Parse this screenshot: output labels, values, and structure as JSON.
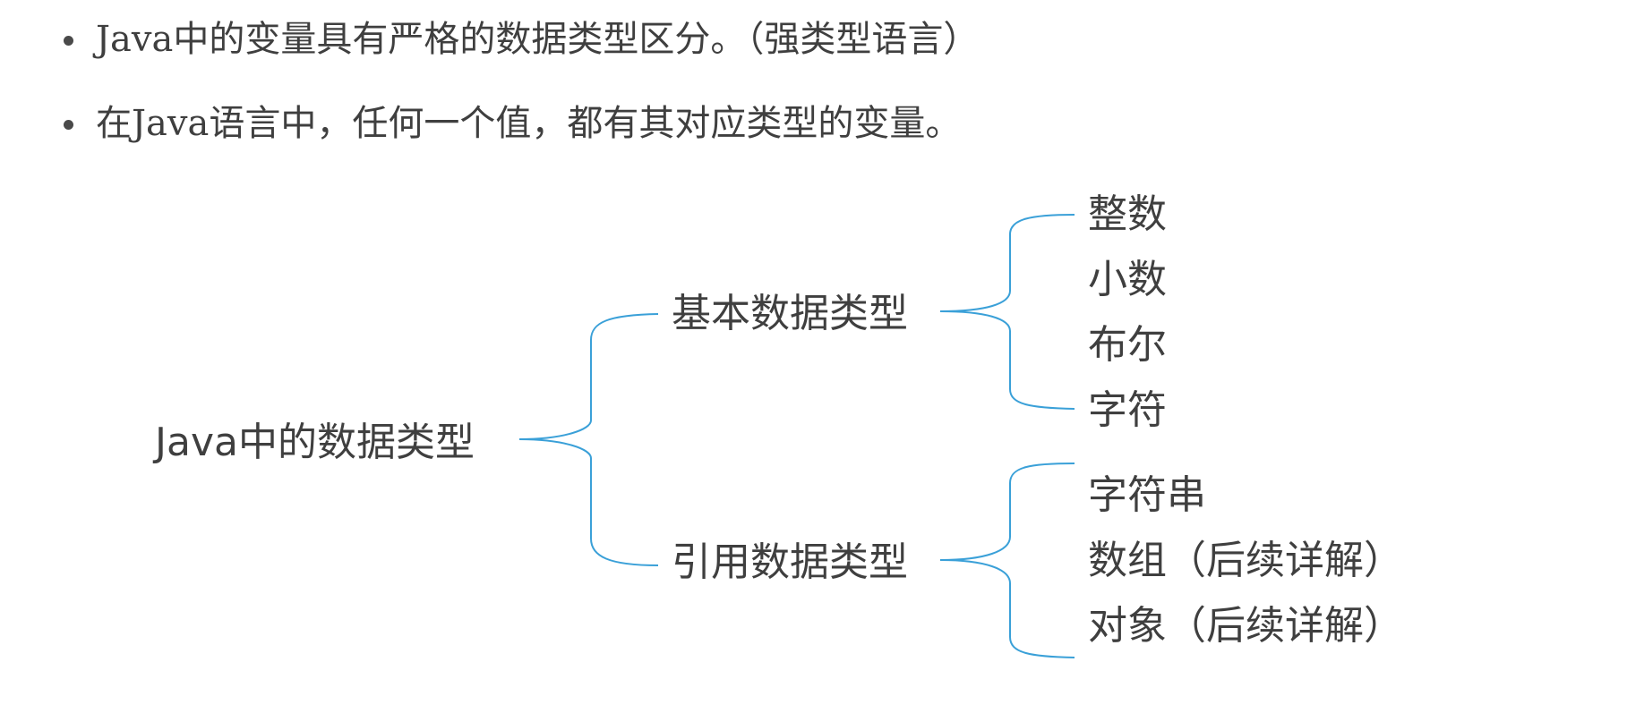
{
  "bullets": [
    "Java中的变量具有严格的数据类型区分。（强类型语言）",
    "在Java语言中，任何一个值，都有其对应类型的变量。"
  ],
  "diagram": {
    "root": "Java中的数据类型",
    "branches": [
      {
        "label": "基本数据类型",
        "children": [
          "整数",
          "小数",
          "布尔",
          "字符"
        ]
      },
      {
        "label": "引用数据类型",
        "children": [
          "字符串",
          "数组（后续详解）",
          "对象（后续详解）"
        ]
      }
    ],
    "line_color": "#3aa0d8"
  }
}
